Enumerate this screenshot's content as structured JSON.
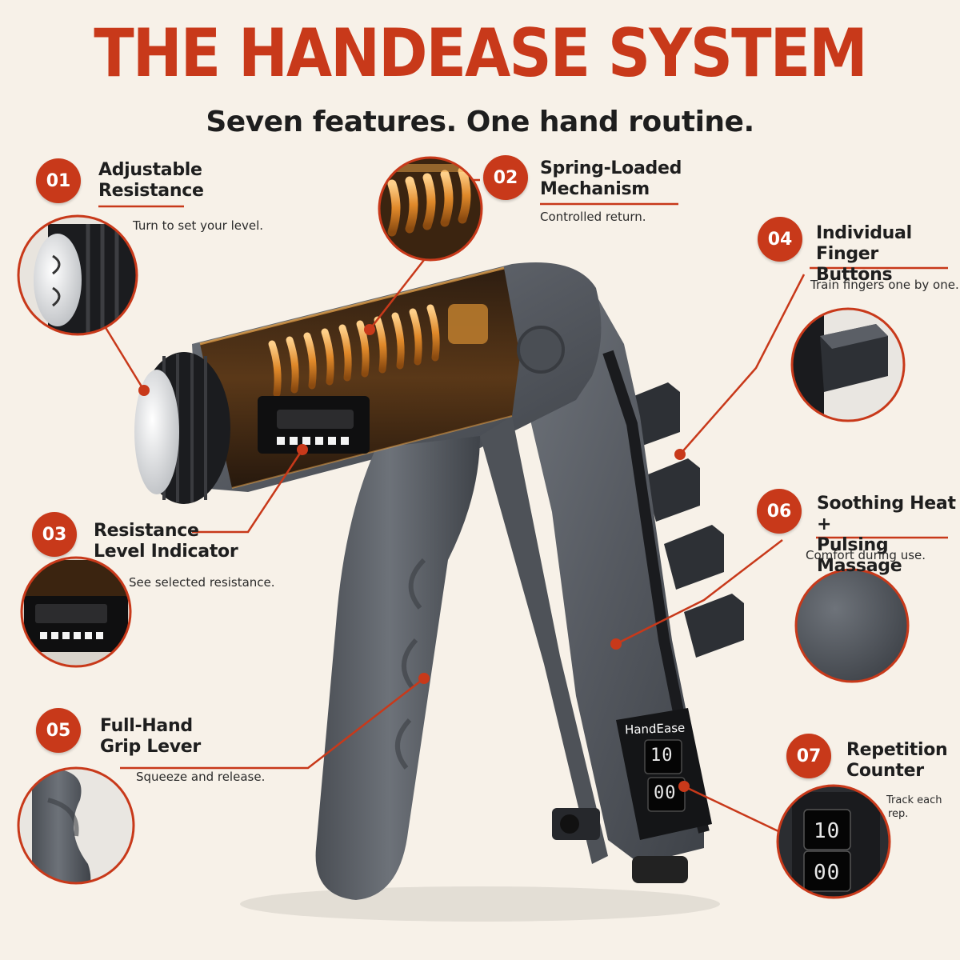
{
  "header": {
    "title": "THE HANDEASE SYSTEM",
    "subtitle": "Seven features. One hand routine."
  },
  "features": [
    {
      "num": "01",
      "title_line1": "Adjustable",
      "title_line2": "Resistance",
      "desc": "Turn to set your level."
    },
    {
      "num": "02",
      "title_line1": "Spring-Loaded",
      "title_line2": "Mechanism",
      "desc": "Controlled return."
    },
    {
      "num": "03",
      "title_line1": "Resistance",
      "title_line2": "Level Indicator",
      "desc": "See selected resistance."
    },
    {
      "num": "04",
      "title_line1": "Individual",
      "title_line2": "Finger Buttons",
      "desc": "Train fingers one by one."
    },
    {
      "num": "05",
      "title_line1": "Full-Hand",
      "title_line2": "Grip Lever",
      "desc": "Squeeze and release."
    },
    {
      "num": "06",
      "title_line1": "Soothing Heat +",
      "title_line2": "Pulsing Massage",
      "desc": "Comfort during use."
    },
    {
      "num": "07",
      "title_line1": "Repetition",
      "title_line2": "Counter",
      "desc_line1": "Track each",
      "desc_line2": "rep."
    }
  ],
  "device": {
    "brand": "HandEase",
    "counter_top": "10",
    "counter_bottom": "00"
  },
  "colors": {
    "accent": "#c8391a",
    "background": "#f7f1e8",
    "body": "#55595f",
    "spring": "#e0892a"
  }
}
